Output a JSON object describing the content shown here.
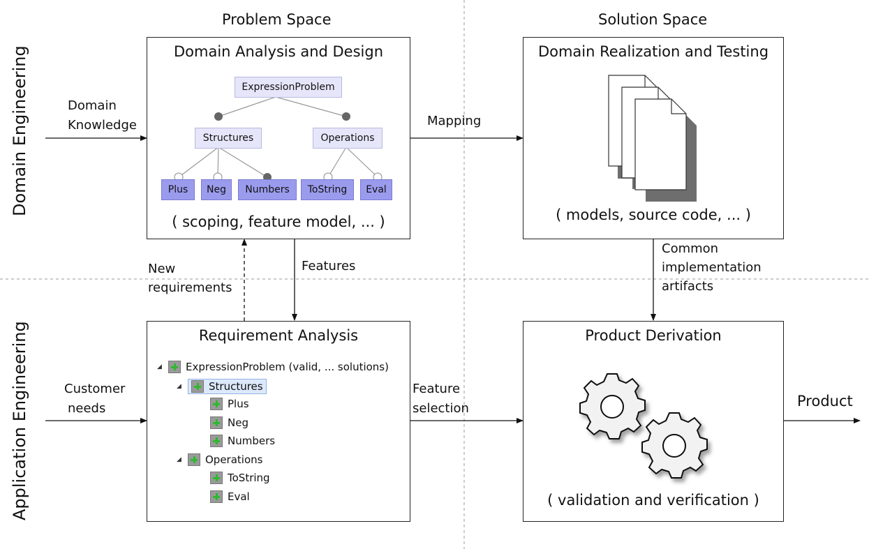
{
  "spaces": {
    "problem": "Problem Space",
    "solution": "Solution Space"
  },
  "lanes": {
    "domain": "Domain Engineering",
    "application": "Application Engineering"
  },
  "boxes": {
    "domain_analysis": {
      "title": "Domain Analysis and Design",
      "caption": "( scoping, feature model, ... )"
    },
    "domain_realization": {
      "title": "Domain Realization and Testing",
      "caption": "( models, source code, ... )"
    },
    "requirement_analysis": {
      "title": "Requirement Analysis"
    },
    "product_derivation": {
      "title": "Product Derivation",
      "caption": "( validation and verification )"
    }
  },
  "feature_model": {
    "root": "ExpressionProblem",
    "structures": "Structures",
    "operations": "Operations",
    "plus": "Plus",
    "neg": "Neg",
    "numbers": "Numbers",
    "tostring": "ToString",
    "eval": "Eval"
  },
  "tree": {
    "root": "ExpressionProblem (valid, ... solutions)",
    "structures": "Structures",
    "plus": "Plus",
    "neg": "Neg",
    "numbers": "Numbers",
    "operations": "Operations",
    "tostring": "ToString",
    "eval": "Eval"
  },
  "labels": {
    "domain_knowledge_1": "Domain",
    "domain_knowledge_2": "Knowledge",
    "mapping": "Mapping",
    "new_req_1": "New",
    "new_req_2": "requirements",
    "features": "Features",
    "common_1": "Common",
    "common_2": "implementation",
    "common_3": "artifacts",
    "customer_1": "Customer",
    "customer_2": "needs",
    "feature_sel_1": "Feature",
    "feature_sel_2": "selection",
    "product": "Product"
  },
  "icons": {
    "documents": "documents-icon",
    "gears": "gears-icon"
  }
}
